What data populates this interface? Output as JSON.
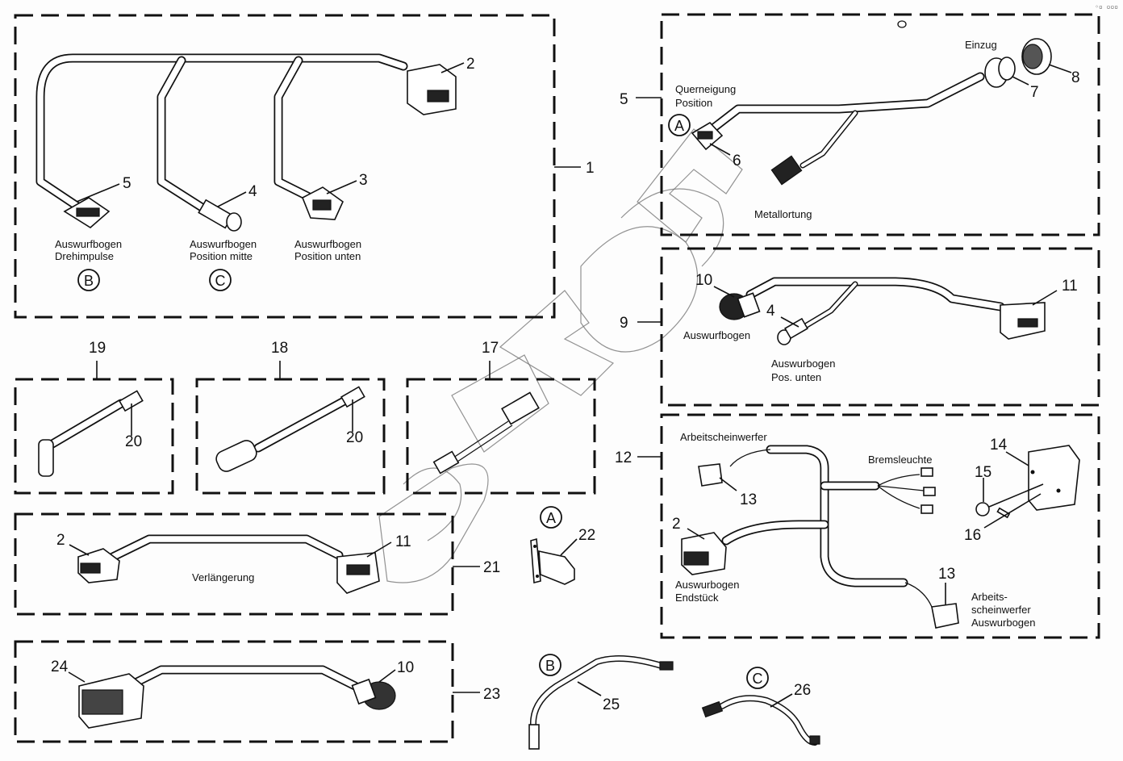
{
  "diagram": {
    "type": "parts-exploded-view",
    "watermark": "SUBOH",
    "corner_mark": "◦▫ ▫▫▫",
    "groups": [
      {
        "id": "1",
        "name": "main-harness",
        "callouts": [
          "2",
          "3",
          "4",
          "5"
        ],
        "labels": [
          {
            "text1": "Auswurfbogen",
            "text2": "Drehimpulse",
            "ref": "B"
          },
          {
            "text1": "Auswurfbogen",
            "text2": "Position mitte",
            "ref": "C"
          },
          {
            "text1": "Auswurfbogen",
            "text2": "Position unten",
            "ref": ""
          }
        ]
      },
      {
        "id": "5",
        "name": "tilt-harness",
        "callouts": [
          "6",
          "7",
          "8"
        ],
        "labels": {
          "querneigung1": "Querneigung",
          "querneigung2": "Position",
          "ref": "A",
          "einzug": "Einzug",
          "metall": "Metallortung"
        }
      },
      {
        "id": "9",
        "name": "spout-harness",
        "callouts": [
          "10",
          "4",
          "11"
        ],
        "labels": {
          "auswurfbogen": "Auswurfbogen",
          "pos1": "Auswurbogen",
          "pos2": "Pos. unten"
        }
      },
      {
        "id": "12",
        "name": "light-harness",
        "callouts": [
          "13",
          "2",
          "13",
          "14",
          "15",
          "16"
        ],
        "labels": {
          "arbeit": "Arbeitscheinwerfer",
          "brems": "Bremsleuchte",
          "end1": "Auswurbogen",
          "end2": "Endstück",
          "aw1": "Arbeits-",
          "aw2": "scheinwerfer",
          "aw3": "Auswurbogen"
        }
      },
      {
        "id": "19",
        "name": "angled-cable",
        "callouts": [
          "20"
        ]
      },
      {
        "id": "18",
        "name": "straight-cable",
        "callouts": [
          "20"
        ]
      },
      {
        "id": "17",
        "name": "adapter-cable",
        "callouts": []
      },
      {
        "id": "21",
        "name": "extension-cable",
        "callouts": [
          "2",
          "11"
        ],
        "labels": {
          "text": "Verlängerung"
        }
      },
      {
        "id": "23",
        "name": "adapter-harness",
        "callouts": [
          "24",
          "10"
        ]
      }
    ],
    "loose_parts": [
      {
        "ref": "A",
        "callout": "22",
        "name": "sensor"
      },
      {
        "ref": "B",
        "callout": "25",
        "name": "sensor-cable-b"
      },
      {
        "ref": "C",
        "callout": "26",
        "name": "sensor-cable-c"
      }
    ]
  }
}
